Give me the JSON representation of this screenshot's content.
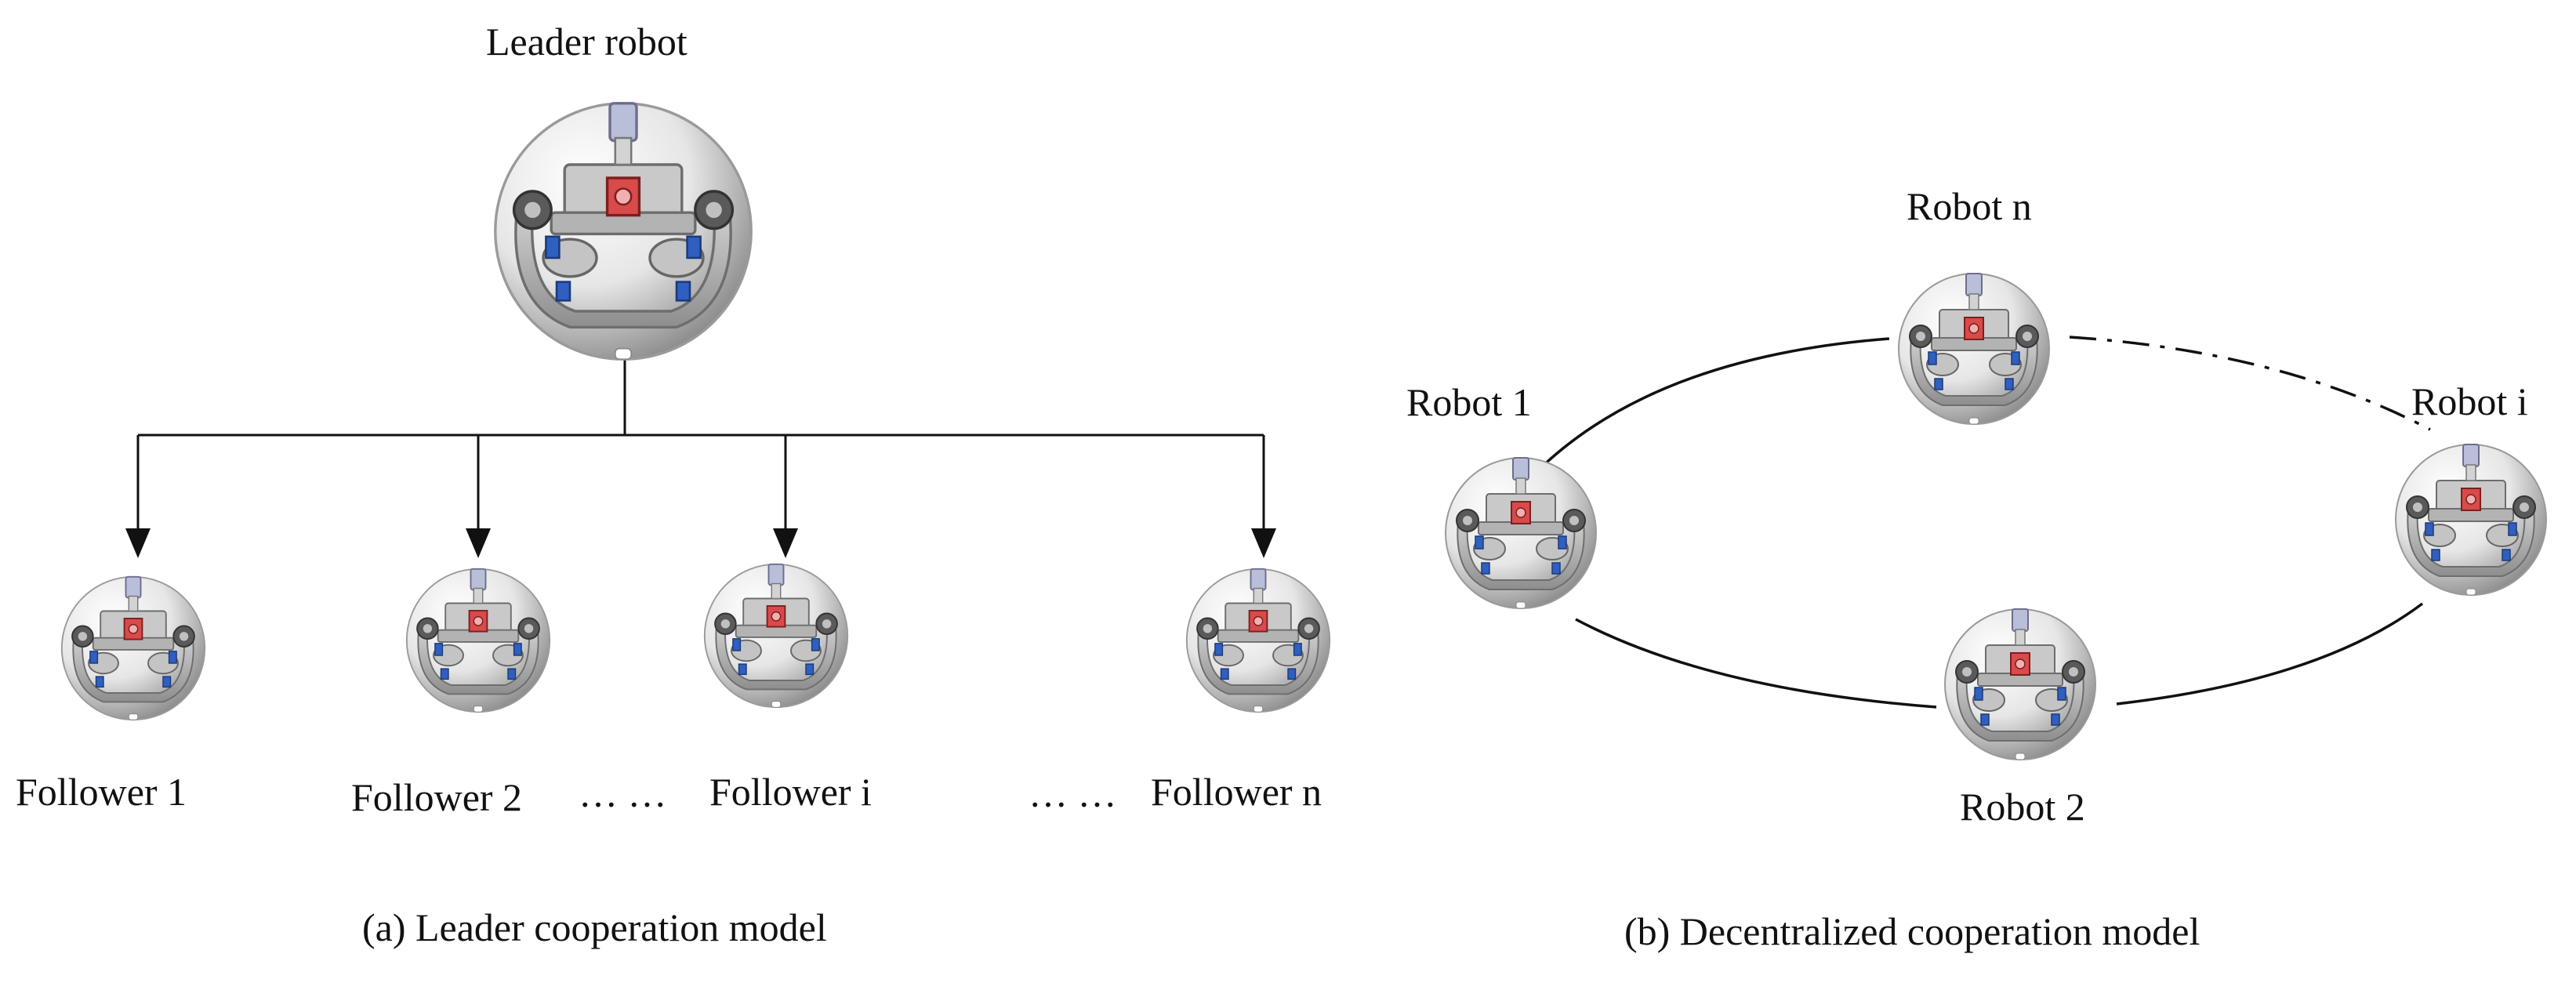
{
  "panel_a": {
    "leader_label": "Leader robot",
    "followers": [
      {
        "label": "Follower 1"
      },
      {
        "label": "Follower 2"
      },
      {
        "label": "Follower i"
      },
      {
        "label": "Follower n"
      }
    ],
    "ellipsis_1": "… …",
    "ellipsis_2": "… …",
    "caption": "(a) Leader cooperation model"
  },
  "panel_b": {
    "robots": [
      {
        "label": "Robot 1"
      },
      {
        "label": "Robot n"
      },
      {
        "label": "Robot i"
      },
      {
        "label": "Robot 2"
      }
    ],
    "caption": "(b) Decentralized cooperation model"
  },
  "colors": {
    "line": "#111111",
    "sphere_light": "#f4f4f4",
    "sphere_dark": "#8f8f8f",
    "frame": "#a9a9a9",
    "accent_red": "#d94a4a",
    "accent_blue": "#2f5fbf"
  }
}
